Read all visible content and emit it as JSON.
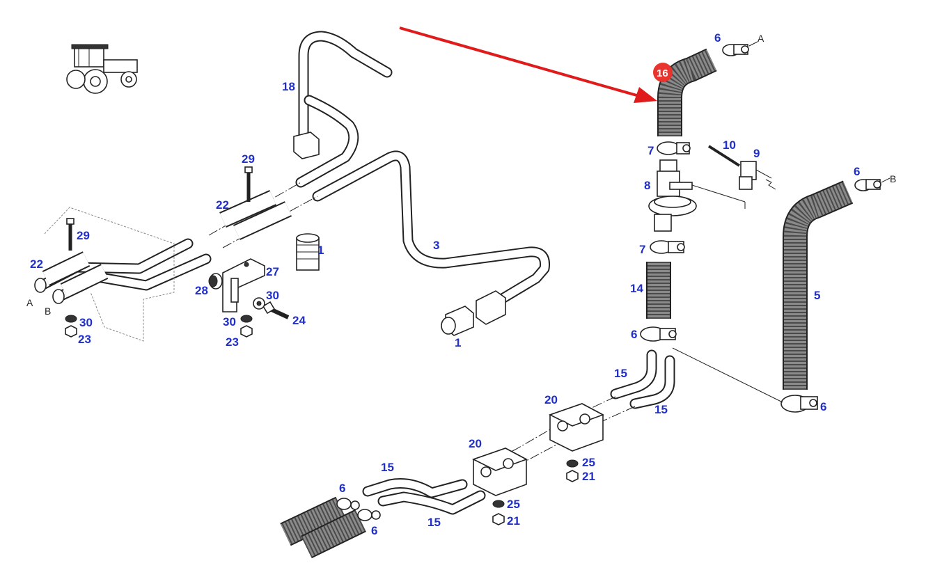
{
  "callouts": [
    {
      "text": "6"
    },
    {
      "text": "A"
    },
    {
      "text": "16"
    },
    {
      "text": "7"
    },
    {
      "text": "10"
    },
    {
      "text": "9"
    },
    {
      "text": "8"
    },
    {
      "text": "7"
    },
    {
      "text": "14"
    },
    {
      "text": "6"
    },
    {
      "text": "6"
    },
    {
      "text": "B"
    },
    {
      "text": "5"
    },
    {
      "text": "6"
    },
    {
      "text": "15"
    },
    {
      "text": "15"
    },
    {
      "text": "20"
    },
    {
      "text": "20"
    },
    {
      "text": "25"
    },
    {
      "text": "21"
    },
    {
      "text": "15"
    },
    {
      "text": "6"
    },
    {
      "text": "25"
    },
    {
      "text": "21"
    },
    {
      "text": "15"
    },
    {
      "text": "6"
    },
    {
      "text": "18"
    },
    {
      "text": "3"
    },
    {
      "text": "1"
    },
    {
      "text": "1"
    },
    {
      "text": "29"
    },
    {
      "text": "22"
    },
    {
      "text": "29"
    },
    {
      "text": "22"
    },
    {
      "text": "A"
    },
    {
      "text": "B"
    },
    {
      "text": "30"
    },
    {
      "text": "23"
    },
    {
      "text": "28"
    },
    {
      "text": "27"
    },
    {
      "text": "30"
    },
    {
      "text": "30"
    },
    {
      "text": "24"
    },
    {
      "text": "23"
    }
  ],
  "highlight": {
    "part": "16",
    "color": "#e8332f"
  },
  "colors": {
    "callout_text": "#1f2fc8",
    "arrow": "#e01b1b",
    "line_art": "#222222"
  },
  "icons": [
    "tractor-icon"
  ]
}
